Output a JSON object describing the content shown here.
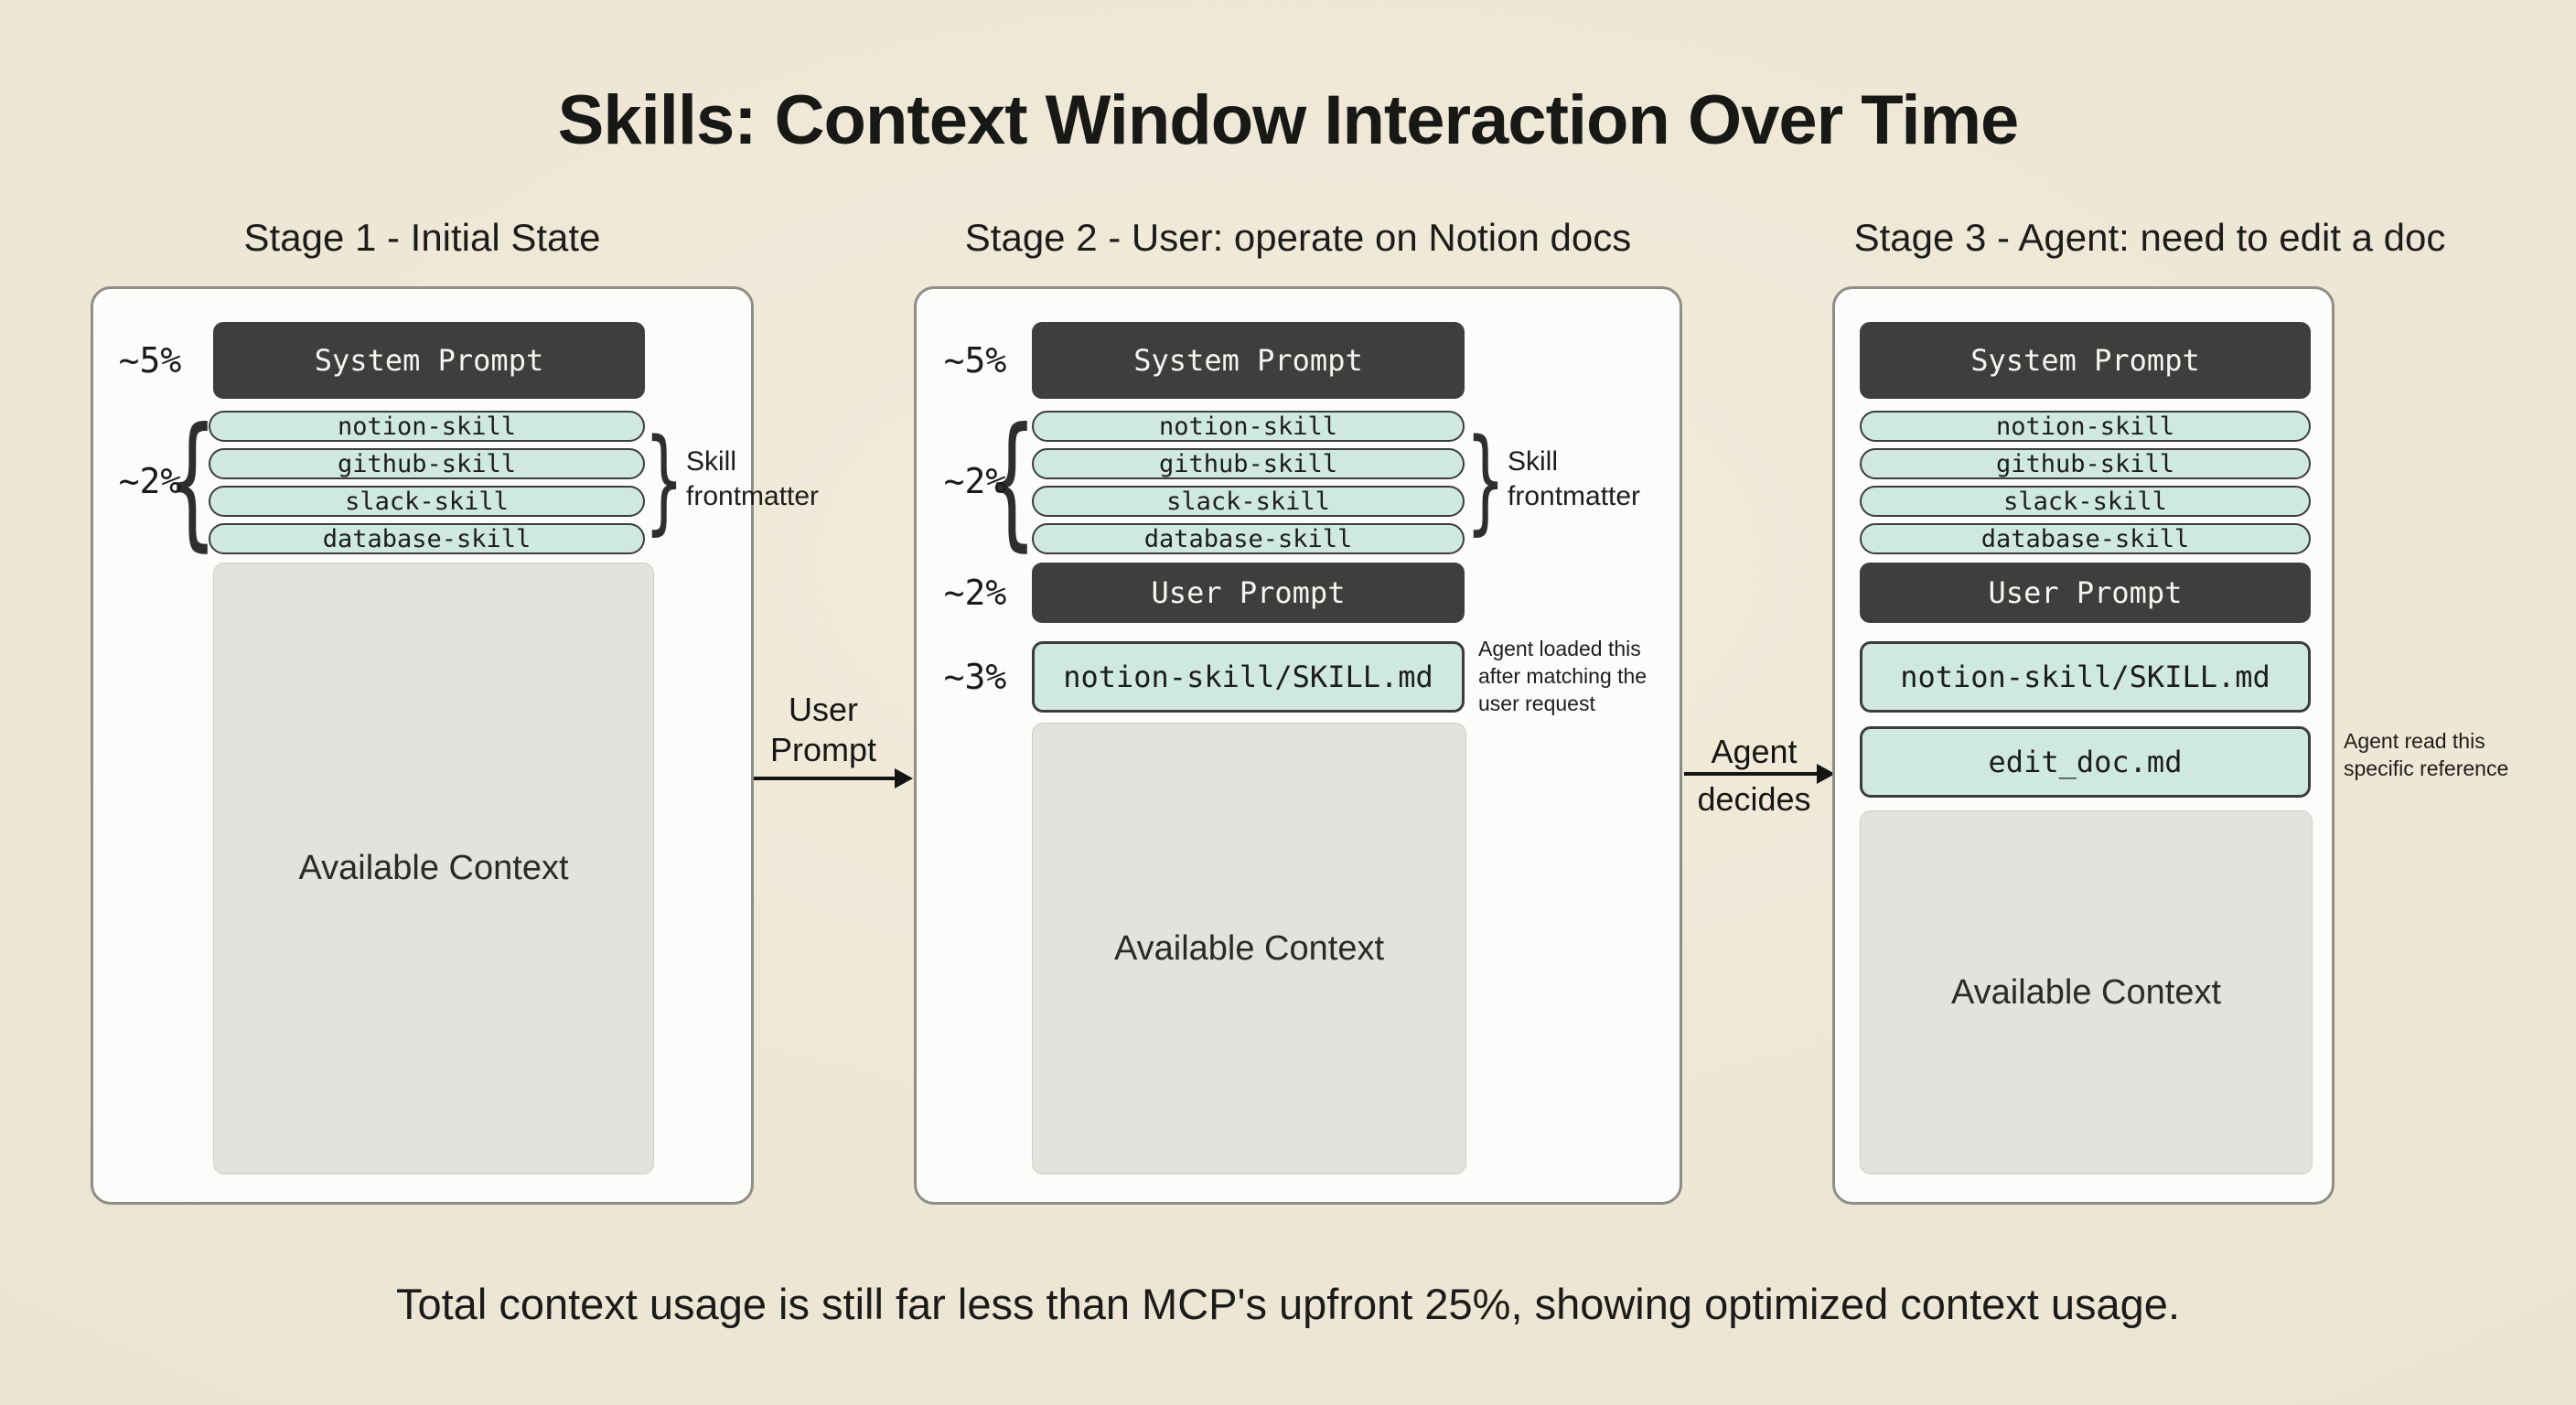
{
  "title": "Skills: Context Window Interaction Over Time",
  "caption": "Total context usage is still far less than MCP's upfront 25%, showing optimized context usage.",
  "glyphs": {
    "brace_left": "{",
    "brace_right": "}"
  },
  "colors": {
    "background": "#ece4d2",
    "panel": "#fcfcfa",
    "dark_bar": "#3e3e3c",
    "teal": "#cfe9e0",
    "gray_box": "#e3e2de",
    "text": "#1c1c1a"
  },
  "stages": [
    {
      "header": "Stage 1 - Initial State",
      "system_prompt_label": "System Prompt",
      "system_prompt_pct": "~5%",
      "skills_pct": "~2%",
      "skills": [
        "notion-skill",
        "github-skill",
        "slack-skill",
        "database-skill"
      ],
      "skills_annotation": "Skill frontmatter",
      "available_context_label": "Available Context"
    },
    {
      "header": "Stage 2 - User: operate on Notion docs",
      "system_prompt_label": "System Prompt",
      "system_prompt_pct": "~5%",
      "skills_pct": "~2%",
      "skills": [
        "notion-skill",
        "github-skill",
        "slack-skill",
        "database-skill"
      ],
      "skills_annotation": "Skill frontmatter",
      "user_prompt_label": "User Prompt",
      "user_prompt_pct": "~2%",
      "skill_md_label": "notion-skill/SKILL.md",
      "skill_md_pct": "~3%",
      "skill_md_annotation": "Agent loaded this after matching the user request",
      "available_context_label": "Available Context"
    },
    {
      "header": "Stage 3 - Agent: need to edit a doc",
      "system_prompt_label": "System Prompt",
      "skills": [
        "notion-skill",
        "github-skill",
        "slack-skill",
        "database-skill"
      ],
      "user_prompt_label": "User Prompt",
      "skill_md_label": "notion-skill/SKILL.md",
      "edit_doc_label": "edit_doc.md",
      "edit_doc_annotation": "Agent read this specific reference",
      "available_context_label": "Available Context"
    }
  ],
  "arrows": [
    {
      "line1": "User",
      "line2": "Prompt"
    },
    {
      "line1": "Agent",
      "line2": "decides"
    }
  ]
}
